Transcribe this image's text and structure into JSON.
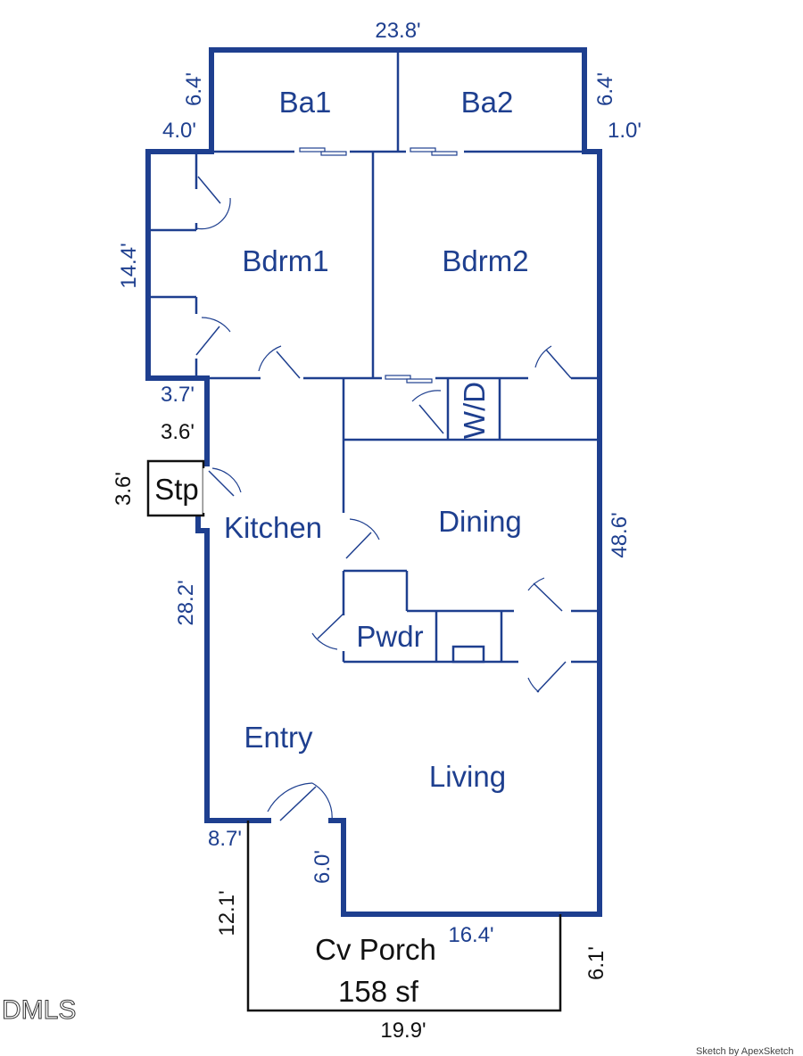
{
  "rooms": {
    "ba1": "Ba1",
    "ba2": "Ba2",
    "bdrm1": "Bdrm1",
    "bdrm2": "Bdrm2",
    "wd": "W/D",
    "stp": "Stp",
    "kitchen": "Kitchen",
    "dining": "Dining",
    "pwdr": "Pwdr",
    "entry": "Entry",
    "living": "Living",
    "porch": "Cv Porch",
    "porch_area": "158 sf"
  },
  "dimensions": {
    "top_width": "23.8'",
    "ba1_height": "6.4'",
    "ba1_offset": "4.0'",
    "ba2_height": "6.4'",
    "ba2_offset": "1.0'",
    "bdrm1_depth": "14.4'",
    "step_a": "3.7'",
    "step_b": "3.6'",
    "stp_depth": "3.6'",
    "right_side": "48.6'",
    "kitchen_side": "28.2'",
    "entry_step": "8.7'",
    "entry_jog": "6.0'",
    "living_bottom": "16.4'",
    "porch_left": "12.1'",
    "porch_right": "6.1'",
    "porch_bottom": "19.9'"
  },
  "watermark": "DMLS",
  "credit": "Sketch by ApexSketch",
  "colors": {
    "plan": "#1e3f8f",
    "porch": "#111111"
  }
}
